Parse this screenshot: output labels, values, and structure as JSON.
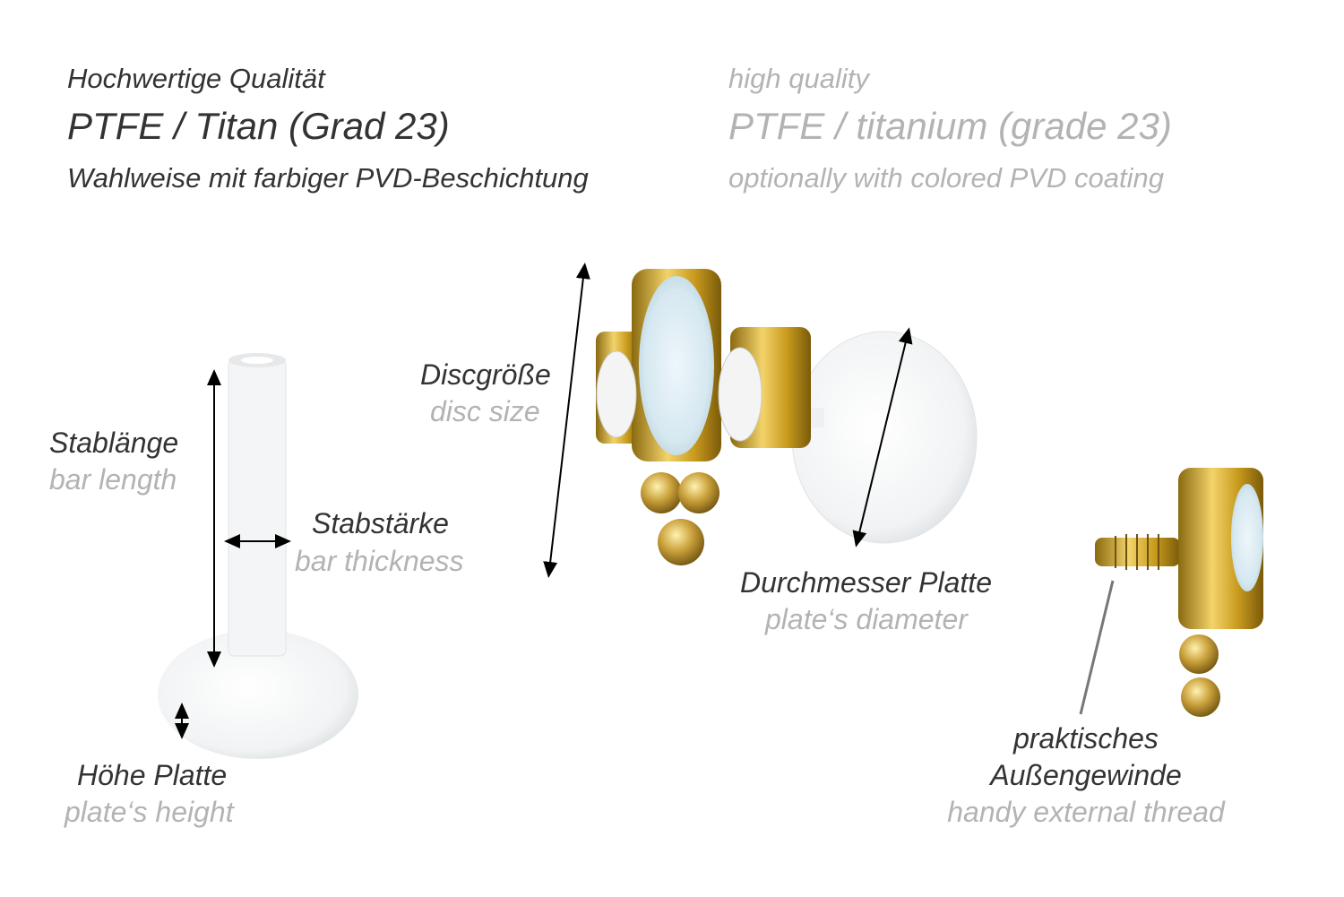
{
  "header_de": {
    "quality": "Hochwertige Qualität",
    "material": "PTFE / Titan (Grad 23)",
    "coating": "Wahlweise mit farbiger PVD-Beschichtung"
  },
  "header_en": {
    "quality": "high quality",
    "material": "PTFE / titanium (grade 23)",
    "coating": "optionally with colored PVD coating"
  },
  "labels": {
    "bar_length": {
      "de": "Stablänge",
      "en": "bar length"
    },
    "bar_thickness": {
      "de": "Stabstärke",
      "en": "bar thickness"
    },
    "plate_height": {
      "de": "Höhe Platte",
      "en": "plate‘s height"
    },
    "disc_size": {
      "de": "Discgröße",
      "en": "disc size"
    },
    "plate_diameter": {
      "de": "Durchmesser Platte",
      "en": "plate‘s diameter"
    },
    "thread": {
      "de_line1": "praktisches",
      "de_line2": "Außengewinde",
      "en": "handy external thread"
    }
  },
  "colors": {
    "text_dark": "#333333",
    "text_gray": "#b3b3b3",
    "gold": "#c9a227"
  }
}
